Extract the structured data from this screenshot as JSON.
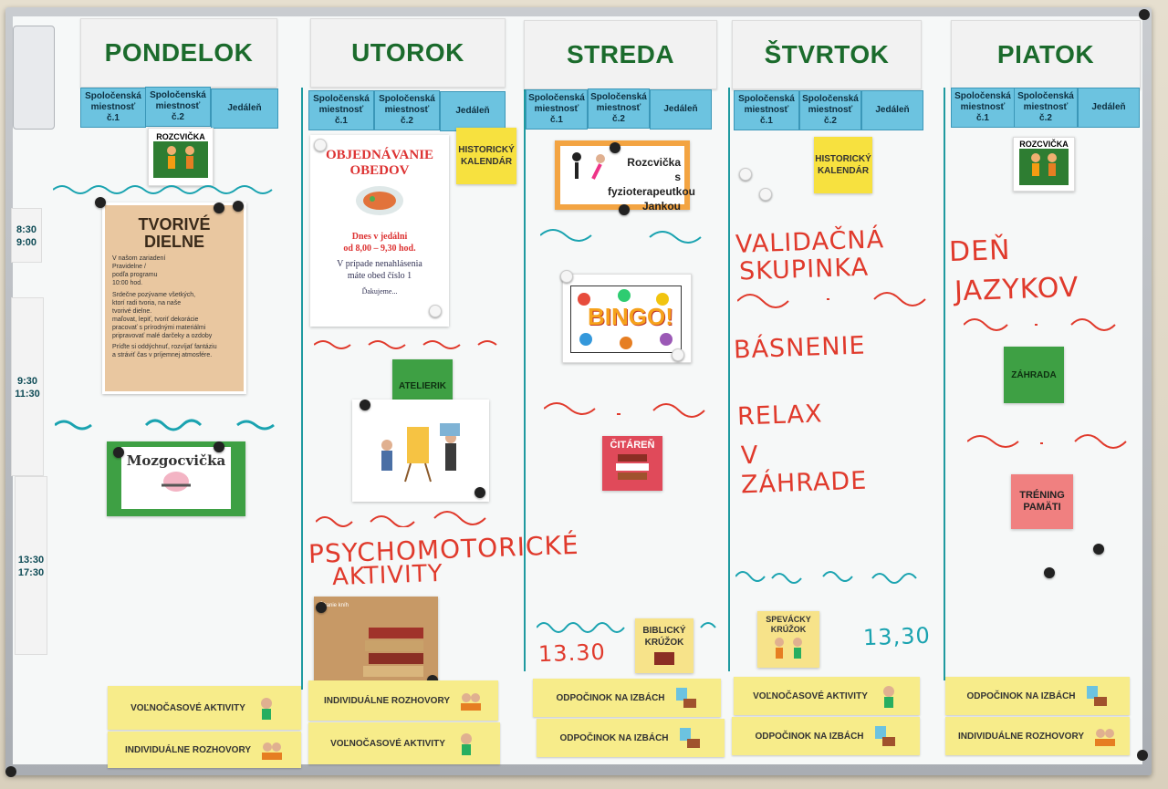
{
  "days": [
    "PONDELOK",
    "UTOROK",
    "STREDA",
    "ŠTVRTOK",
    "PIATOK"
  ],
  "rooms": {
    "r1a": "Spoločenská",
    "r1b": "miestnosť",
    "r1c": "č.1",
    "r2a": "Spoločenská",
    "r2b": "miestnosť",
    "r2c": "č.2",
    "r3": "Jedáleň"
  },
  "times": {
    "t1a": "8:30",
    "t1b": "9:00",
    "t2a": "9:30",
    "t2b": "11:30",
    "t3a": "13:30",
    "t3b": "17:30"
  },
  "cards": {
    "rozcvicka": "ROZCVIČKA",
    "historicky_a": "HISTORICKÝ",
    "historicky_b": "KALENDÁR",
    "tvorive_title_a": "TVORIVÉ",
    "tvorive_title_b": "DIELNE",
    "tvorive_l1": "V našom zariadení",
    "tvorive_l2": "Pravidelne /",
    "tvorive_l3": "podľa programu",
    "tvorive_l4": "10:00 hod.",
    "tvorive_l5": "Srdečne pozývame všetkých,",
    "tvorive_l6": "ktorí radi tvoria, na naše",
    "tvorive_l7": "tvorivé dielne.",
    "tvorive_b1": "maľovat, lepiť, tvoriť dekorácie",
    "tvorive_b2": "pracovať s prírodnými materiálmi",
    "tvorive_b3": "pripravovať malé darčeky a ozdoby",
    "tvorive_l8": "Príďte si oddýchnuť, rozvíjať fantáziu",
    "tvorive_l9": "a stráviť čas v príjemnej atmosfére.",
    "mozgo": "Mozgocvička",
    "obed_title_a": "OBJEDNÁVANIE",
    "obed_title_b": "OBEDOV",
    "obed_l1": "Dnes v jedálni",
    "obed_l2": "od 8,00 – 9,30 hod.",
    "obed_l3": "V prípade nenahlásenia",
    "obed_l4": "máte obed číslo 1",
    "obed_l5": "Ďakujeme...",
    "atelierik": "ATELIERIK",
    "rozcvicka_fyzio_a": "Rozcvička",
    "rozcvicka_fyzio_b": "s fyzioterapeutkou",
    "rozcvicka_fyzio_c": "Jankou",
    "bingo": "BINGO!",
    "citaren": "ČITÁREŇ",
    "biblicky_a": "BIBLICKÝ",
    "biblicky_b": "KRÚŽOK",
    "spevacky_a": "SPEVÁCKY",
    "spevacky_b": "KRÚŽOK",
    "zahrada": "ZÁHRADA",
    "trening_a": "TRÉNING",
    "trening_b": "PAMÄTI",
    "citanie": "Čítanie kníh"
  },
  "handwriting": {
    "psycho_a": "PSYCHOMOTORICKÉ",
    "psycho_b": "AKTIVITY",
    "valid_a": "VALIDAČNÁ",
    "valid_b": "SKUPINKA",
    "basnenie": "BÁSNENIE",
    "relax": "RELAX",
    "v": "V",
    "zahrade": "ZÁHRADE",
    "den": "DEŇ",
    "jazykov": "JAZYKOV",
    "t1330a": "13.30",
    "t1330b": "13,30"
  },
  "strips": {
    "volno": "VOĽNOČASOVÉ AKTIVITY",
    "indiv": "INDIVIDUÁLNE ROZHOVORY",
    "odpocinok": "ODPOČINOK NA IZBÁCH"
  },
  "colors": {
    "teal": "#1f9aa0",
    "red": "#e03a2c",
    "green": "#1b6b2c",
    "blue": "#6cc3e0",
    "yellow": "#f7ec8a"
  }
}
